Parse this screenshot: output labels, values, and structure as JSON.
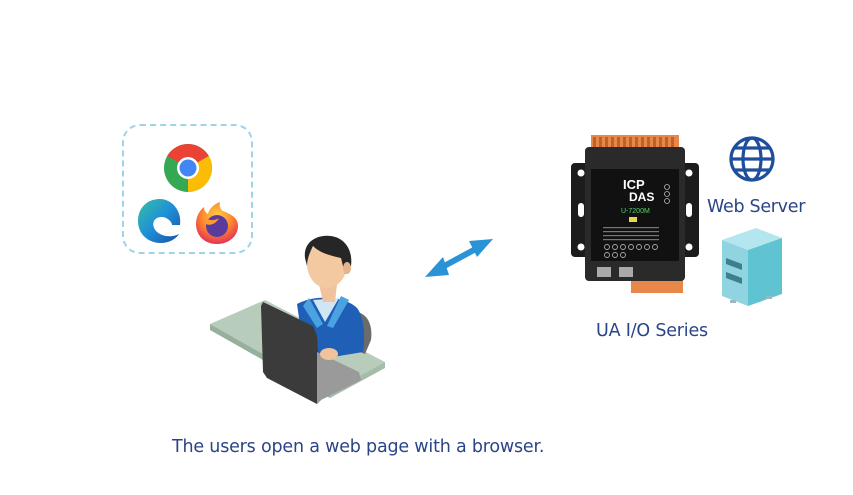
{
  "diagram": {
    "caption": "The users open a web page with a browser.",
    "device": {
      "label": "UA I/O Series",
      "brand_text": "ICP DAS",
      "model_text": "U-7200M"
    },
    "server": {
      "label": "Web Server"
    },
    "browsers": [
      {
        "name": "Chrome",
        "icon": "chrome-icon"
      },
      {
        "name": "Edge",
        "icon": "edge-icon"
      },
      {
        "name": "Firefox",
        "icon": "firefox-icon"
      }
    ],
    "connection": {
      "type": "bidirectional-arrow"
    },
    "colors": {
      "text": "#2a4488",
      "arrow": "#2a93d5",
      "dashed_border": "#9fd3ea",
      "server_box": "#7fcfdc",
      "globe": "#1f4f9c"
    }
  }
}
